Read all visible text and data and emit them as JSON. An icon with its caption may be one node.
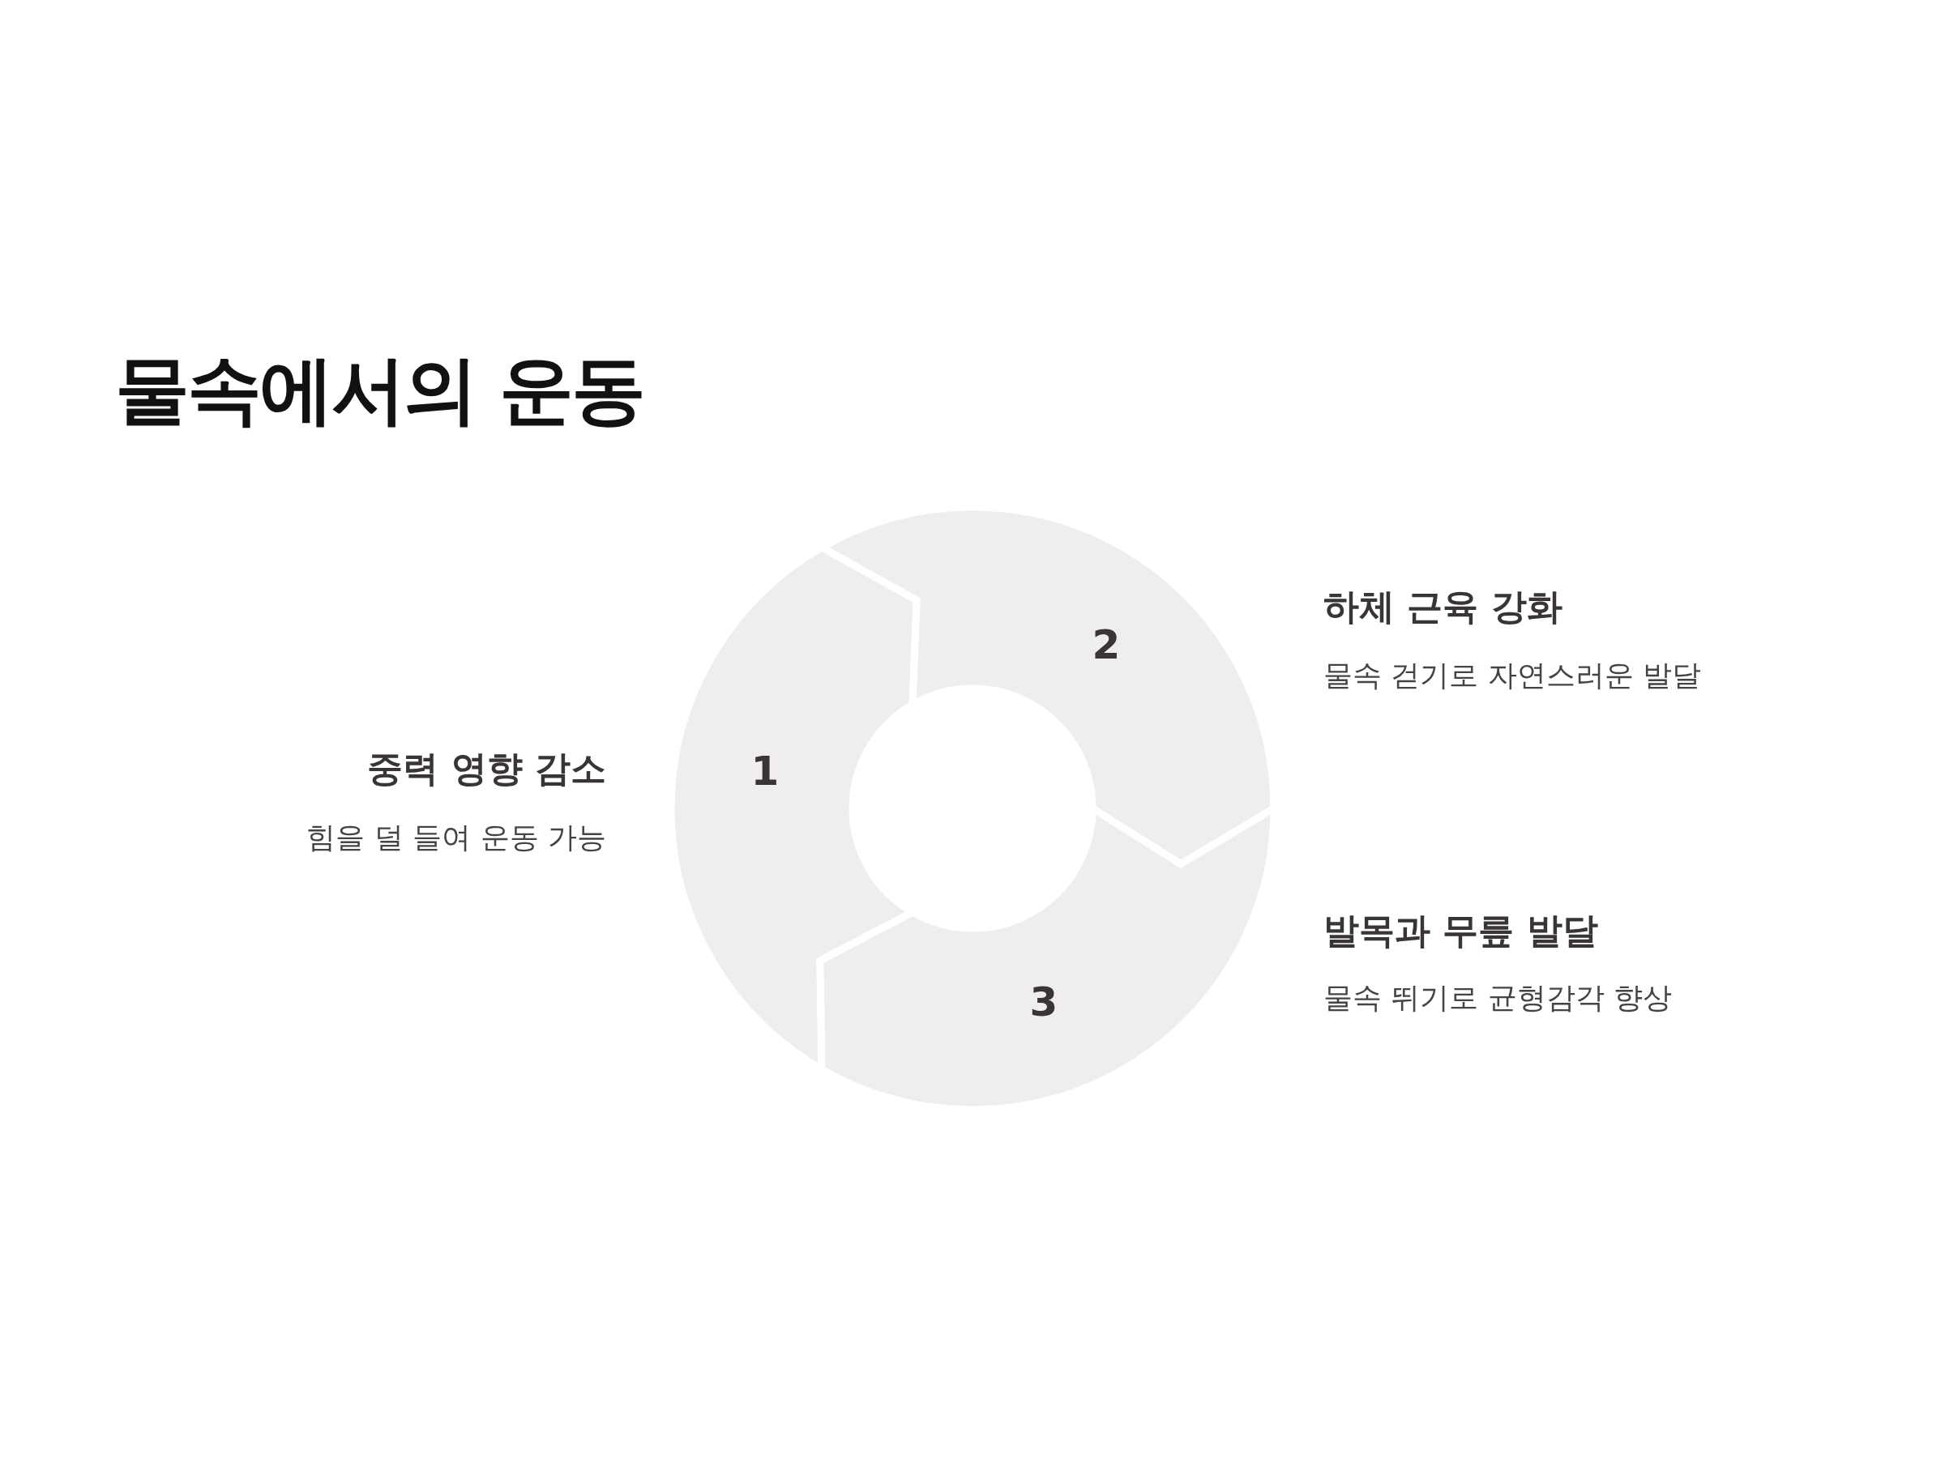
{
  "diagram": {
    "title": "물속에서의 운동",
    "nodes": [
      {
        "text": [
          "1"
        ],
        "beside": [
          "중력 영향 감소",
          "힘을 덜 들여 운동 가능"
        ]
      },
      {
        "text": [
          "2"
        ],
        "beside": [
          "하체 근육 강화",
          "물속 걷기로 자연스러운 발달"
        ]
      },
      {
        "text": [
          "3"
        ],
        "beside": [
          "발목과 무릎 발달",
          "물속 뛰기로 균형감각 향상"
        ]
      }
    ]
  }
}
